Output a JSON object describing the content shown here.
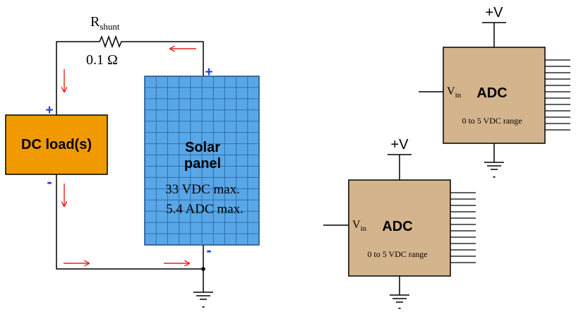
{
  "colors": {
    "wire": "#000000",
    "current_arrow": "#e8231f",
    "positive_sign": "#1a3fd8",
    "load_fill": "#f09a00",
    "panel_fill": "#5aa7e8",
    "panel_grid": "#2a6fb0",
    "adc_fill": "#d4b48c"
  },
  "shunt": {
    "label_main": "R",
    "label_sub": "shunt",
    "value": "0.1 Ω"
  },
  "load": {
    "label": "DC load(s)",
    "plus": "+",
    "minus": "-"
  },
  "solar_panel": {
    "title_line1": "Solar",
    "title_line2": "panel",
    "spec_voltage": "33 VDC max.",
    "spec_current": "5.4 ADC max.",
    "plus": "+",
    "minus": "-"
  },
  "ground_minus": "-",
  "adc_top": {
    "supply": "+V",
    "input_main": "V",
    "input_sub": "in",
    "title": "ADC",
    "range": "0 to 5 VDC range",
    "ground_minus": "-"
  },
  "adc_bottom": {
    "supply": "+V",
    "input_main": "V",
    "input_sub": "in",
    "title": "ADC",
    "range": "0 to 5 VDC range",
    "ground_minus": "-"
  }
}
